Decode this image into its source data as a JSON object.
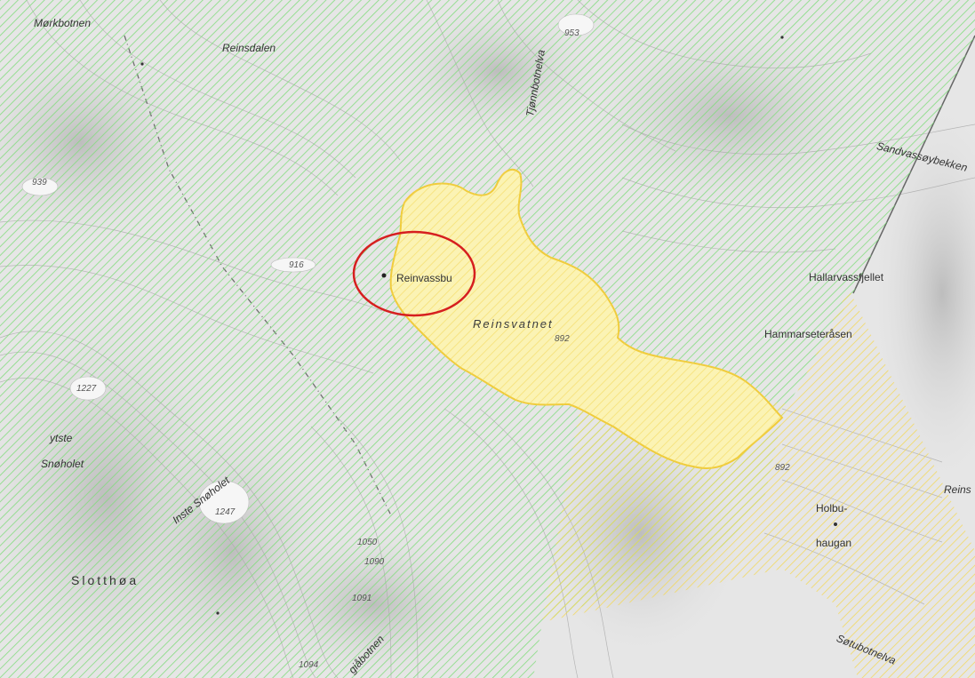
{
  "map": {
    "colors": {
      "terrain_light": "#e6e6e6",
      "terrain_dark": "#c9c9c9",
      "contour": "#a9a9a9",
      "green_hatch": "#7fdc7a",
      "yellow_hatch": "#f3d85a",
      "lake_fill": "#fbf3b4",
      "lake_edge": "#f0cc3c",
      "highlight_circle": "#d61f1f"
    },
    "icons": {
      "hut": "hut-point-icon",
      "highlight": "highlight-circle"
    },
    "labels": {
      "morkbotnen": "Mørkbotnen",
      "reinsdalen": "Reinsdalen",
      "tjonnbotnelva": "Tjønnbotnelva",
      "sandvassoybekken": "Sandvassøybekken",
      "reinvassbu": "Reinvassbu",
      "reinsvatnet": "Reinsvatnet",
      "hallarvassfjellet": "Hallarvassfjellet",
      "hammarseteråsen": "Hammarseteråsen",
      "ytste": "ytste",
      "snoholet": "Snøholet",
      "inste_snoholet": "Inste Snøholet",
      "slotthoa": "Slotthøa",
      "holbu": "Holbu-",
      "haugan": "haugan",
      "reins_cut": "Reins",
      "sotubotnelva": "Søtubotnelva",
      "giabotnen": "giåbotnen"
    },
    "elevations": {
      "e953": "953",
      "e939": "939",
      "e916": "916",
      "e892_lake": "892",
      "e892_east": "892",
      "e1227": "1227",
      "e1247": "1247",
      "e1050": "1050",
      "e1090": "1090",
      "e1091": "1091",
      "e1094": "1094"
    }
  }
}
